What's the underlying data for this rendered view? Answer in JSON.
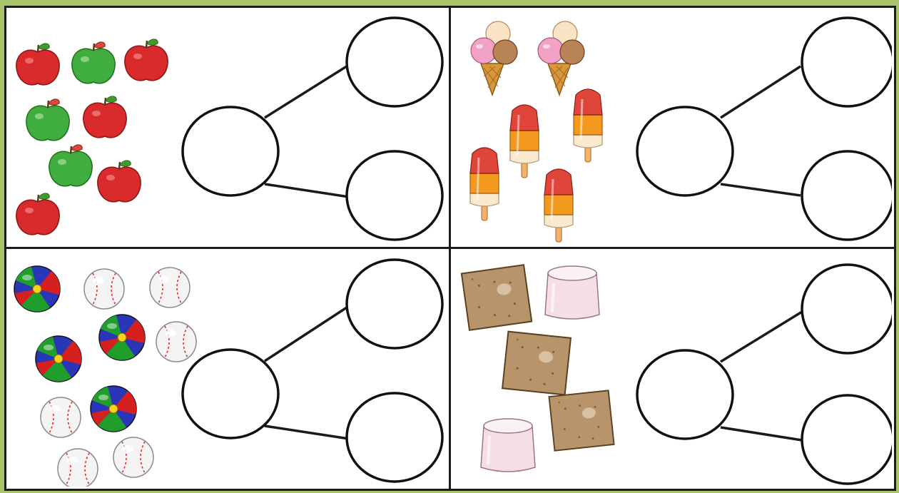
{
  "worksheet": {
    "type": "number-bond-worksheet",
    "panels": [
      {
        "id": "apples",
        "objects": [
          {
            "kind": "apple",
            "color": "red",
            "count": 5
          },
          {
            "kind": "apple",
            "color": "green",
            "count": 3
          }
        ],
        "total_shown": 8,
        "answer_circles": 3
      },
      {
        "id": "frozen-treats",
        "objects": [
          {
            "kind": "ice-cream-cone",
            "count": 2
          },
          {
            "kind": "rocket-popsicle",
            "count": 4
          }
        ],
        "total_shown": 6,
        "answer_circles": 3
      },
      {
        "id": "balls",
        "objects": [
          {
            "kind": "beach-ball",
            "count": 4
          },
          {
            "kind": "baseball",
            "count": 6
          }
        ],
        "total_shown": 10,
        "answer_circles": 3
      },
      {
        "id": "smores",
        "objects": [
          {
            "kind": "graham-cracker",
            "count": 3
          },
          {
            "kind": "marshmallow",
            "count": 2
          }
        ],
        "total_shown": 5,
        "answer_circles": 3
      }
    ]
  },
  "colors": {
    "border_green": "#a9c46a",
    "apple_red": "#d92b2b",
    "apple_green": "#3fae3f",
    "cone": "#d9963a",
    "popsicle_red": "#e0453a",
    "popsicle_orange": "#f39a1e",
    "popsicle_cream": "#fbe9cf",
    "beach_blue": "#2a36b8",
    "beach_green": "#1f9e2c",
    "beach_red": "#d62020",
    "baseball_stitch": "#d83030",
    "cracker": "#b8946a",
    "marshmallow": "#f6dfe4"
  }
}
